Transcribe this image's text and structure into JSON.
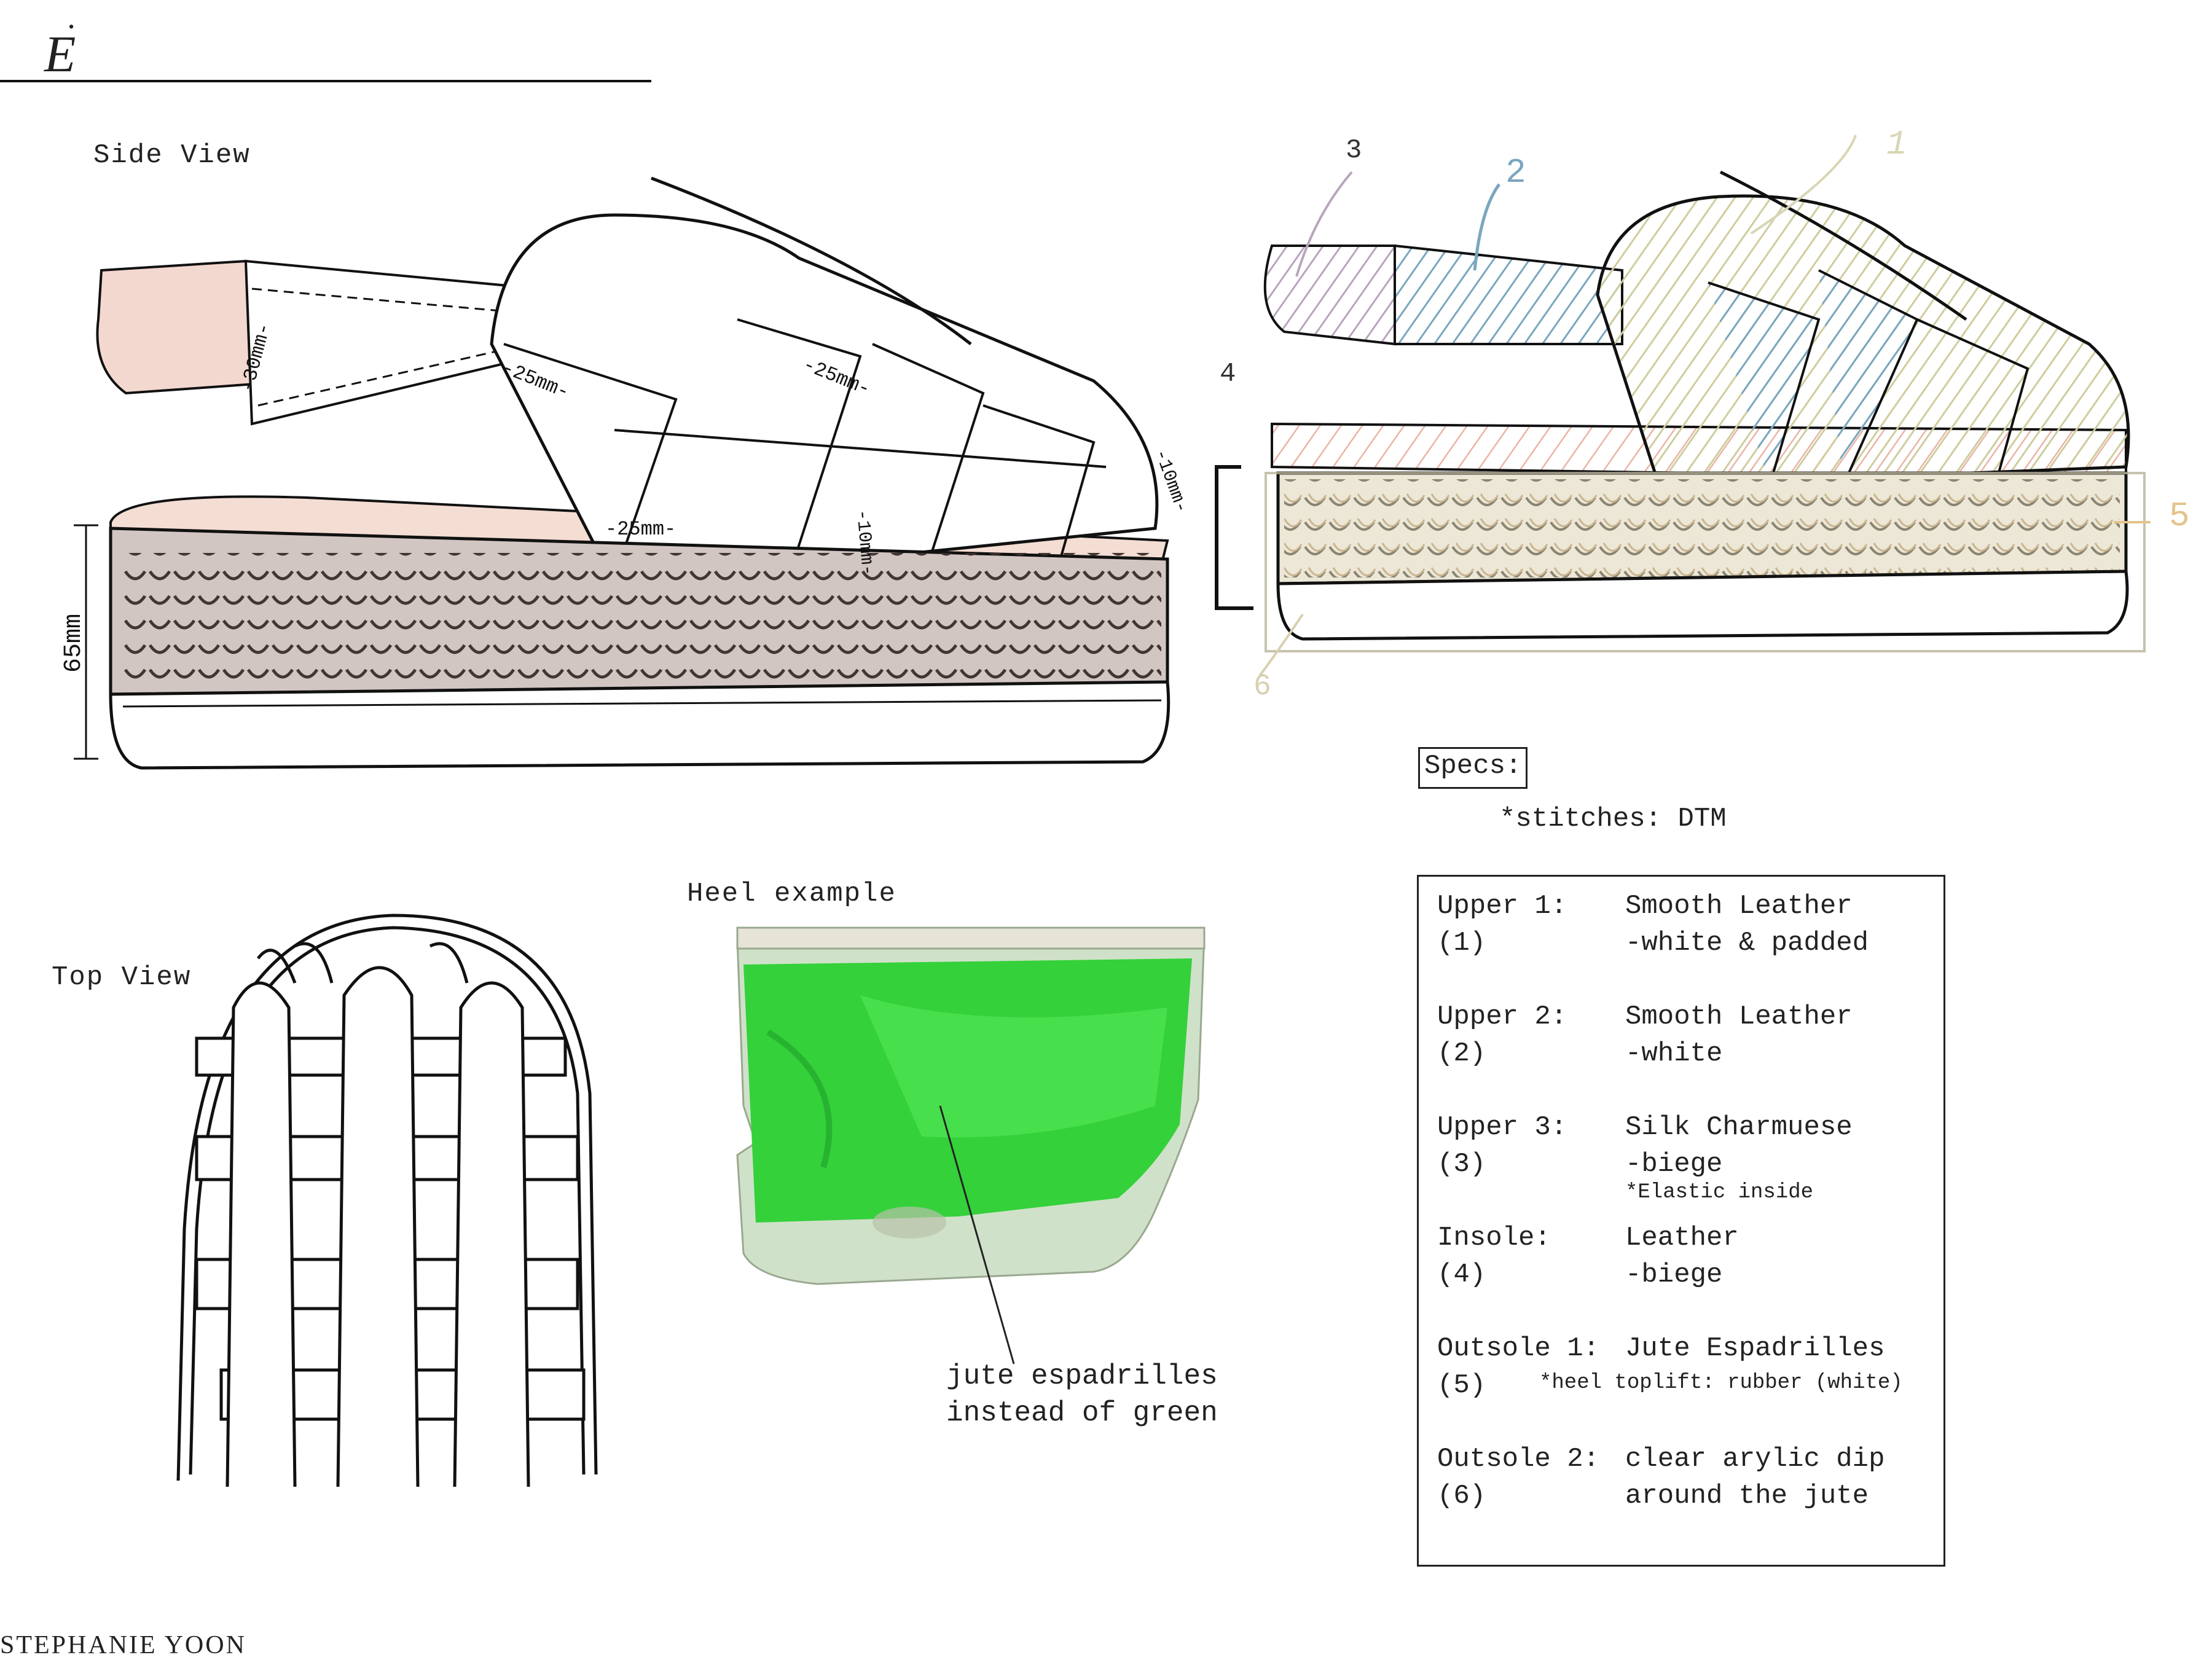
{
  "brand": {
    "logo": "E",
    "logo_dot": "˙"
  },
  "views": {
    "side_view": "Side View",
    "top_view": "Top View",
    "heel_example": "Heel example"
  },
  "dimensions": {
    "strap_back": "-30mm-",
    "strap_front_1": "-25mm-",
    "strap_front_2": "-25mm-",
    "strap_mid": "-25mm-",
    "strap_narrow_1": "-10mm-",
    "strap_narrow_2": "-10mm-",
    "platform_height": "65mm"
  },
  "callouts": [
    "1",
    "2",
    "3",
    "4",
    "5",
    "6"
  ],
  "specs": {
    "title": "Specs:",
    "stitches": "*stitches: DTM",
    "items": [
      {
        "name": "Upper 1:",
        "num": "(1)",
        "material": "Smooth Leather",
        "color": "-white & padded",
        "note": ""
      },
      {
        "name": "Upper 2:",
        "num": "(2)",
        "material": "Smooth Leather",
        "color": "-white",
        "note": ""
      },
      {
        "name": "Upper 3:",
        "num": "(3)",
        "material": "Silk Charmuese",
        "color": "-biege",
        "note": "*Elastic inside"
      },
      {
        "name": "Insole:",
        "num": "(4)",
        "material": "Leather",
        "color": "-biege",
        "note": ""
      },
      {
        "name": "Outsole 1:",
        "num": "(5)",
        "material": "Jute Espadrilles",
        "color": "",
        "note": "*heel toplift: rubber (white)"
      },
      {
        "name": "Outsole 2:",
        "num": "(6)",
        "material": "clear arylic dip",
        "color": "around the jute",
        "note": ""
      }
    ]
  },
  "heel_caption": {
    "line1": "jute espadrilles",
    "line2": "instead of green"
  },
  "author": "STEPHANIE YOON",
  "colors": {
    "upper1": "#d8d6b4",
    "upper2": "#7aa6bf",
    "upper3": "#b9a4bd",
    "insole": "#eab4a6",
    "jute": "#c9b58f",
    "heel_green": "#34d13a"
  }
}
